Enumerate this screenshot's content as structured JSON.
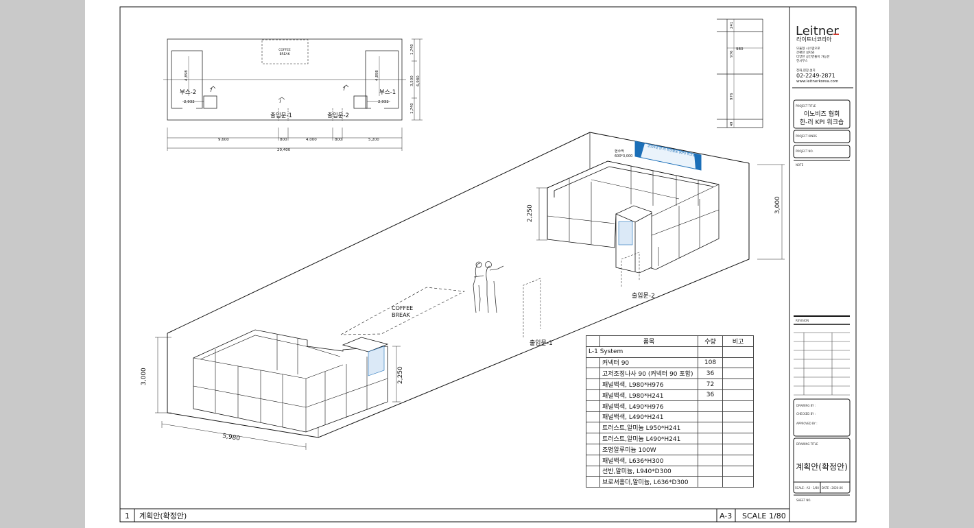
{
  "logo": {
    "brand": "Leitner",
    "brand_ko": "라이트너코리아"
  },
  "company": {
    "desc": [
      "모듈형 시스템으로",
      "간편한 설치와",
      "다양한 공간연출이 가능한",
      "전시부스"
    ],
    "contact_label": "전화,현장,설치",
    "phone": "02-2249-2871",
    "website": "www.leitnerkorea.com"
  },
  "title_block": {
    "project_title_label": "PROJECT TITLE",
    "project_title_line1": "이노비즈 협회",
    "project_title_line2": "한-러 KPI 워크숍",
    "project_kinds_label": "PROJECT KINDS",
    "project_no_label": "PROJECT NO.",
    "note_label": "NOTE",
    "revision_label": "REVISION",
    "drawing_by_label": "DRAWING BY :",
    "checked_by_label": "CHECKED BY :",
    "approved_by_label": "APPROVED BY :",
    "drawing_title_label": "DRAWING TITLE",
    "drawing_title": "계획안(확정안)",
    "scale_cell": "SCALE : A3 - 1/80",
    "date_cell": "DATE : 2020.06",
    "sheet_no_label": "SHEET NO."
  },
  "bottom_bar": {
    "number": "1",
    "title": "계획안(확정안)",
    "paper": "A-3",
    "scale_label": "SCALE",
    "scale_value": "1/80"
  },
  "plan": {
    "coffee": [
      "COFFEE",
      "BREAK"
    ],
    "booth2": "부스-2",
    "booth1": "부스-1",
    "door1": "출입문-1",
    "door2": "출입문-2",
    "dims": {
      "d2932a": "2,932",
      "d2932b": "2,932",
      "d4898a": "4,898",
      "d4898b": "4,898",
      "r1740a": "1,740",
      "r3500": "3,500",
      "r6980": "6,980",
      "r1740b": "1,740",
      "b9600": "9,600",
      "b800a": "800",
      "b4000": "4,000",
      "b800b": "800",
      "b5200": "5,200",
      "total": "20,400"
    }
  },
  "elevation": {
    "d241": "241",
    "d980": "980",
    "d976a": "976",
    "d976b": "976",
    "d49": "49"
  },
  "iso": {
    "banner_note": [
      "현수막",
      "600*3,000"
    ],
    "banner_text": "2020년 한-러 혁신활동 (KPI) 워크숍",
    "coffee": [
      "COFFEE",
      "BREAK"
    ],
    "door1": "출입문-1",
    "door2": "출입문-2",
    "dim_3000_left": "3,000",
    "dim_2250_left": "2,250",
    "dim_5980": "5,980",
    "dim_2250_right": "2,250",
    "dim_3000_right": "3,000"
  },
  "bom": {
    "headers": [
      "품목",
      "수량",
      "비고"
    ],
    "group": "L-1 System",
    "rows": [
      {
        "item": "커넥터 90",
        "qty": "108",
        "note": ""
      },
      {
        "item": "고저조정나사 90  (커넥터 90 포함)",
        "qty": "36",
        "note": ""
      },
      {
        "item": "패널백색, L980*H976",
        "qty": "72",
        "note": ""
      },
      {
        "item": "패널백색, L980*H241",
        "qty": "36",
        "note": ""
      },
      {
        "item": "패널백색, L490*H976",
        "qty": "",
        "note": ""
      },
      {
        "item": "패널백색, L490*H241",
        "qty": "",
        "note": ""
      },
      {
        "item": "트러스트,알미늄 L950*H241",
        "qty": "",
        "note": ""
      },
      {
        "item": "트러스트,알미늄 L490*H241",
        "qty": "",
        "note": ""
      },
      {
        "item": "조명알루미늄 100W",
        "qty": "",
        "note": ""
      },
      {
        "item": "패널백색, L636*H300",
        "qty": "",
        "note": ""
      },
      {
        "item": "선반,알미늄, L940*D300",
        "qty": "",
        "note": ""
      },
      {
        "item": "브로셔홀더,알미늄, L636*D300",
        "qty": "",
        "note": ""
      }
    ]
  },
  "colors": {
    "accent_red": "#d63a2f",
    "banner_blue": "#1b6fb8",
    "line": "#222222",
    "background": "#c9c9c9"
  }
}
